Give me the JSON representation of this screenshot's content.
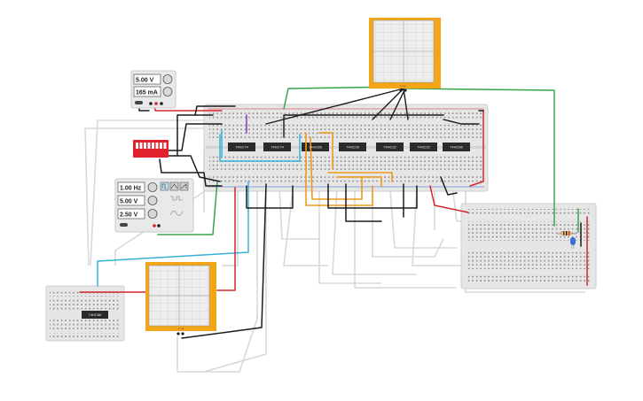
{
  "power_supply": {
    "voltage": "5.00 V",
    "current": "165 mA"
  },
  "function_generator": {
    "frequency": "1.00 Hz",
    "amplitude": "5.00 V",
    "offset": "2.50 V",
    "waveforms": [
      "square",
      "triangle",
      "sawtooth"
    ]
  },
  "chips": [
    {
      "label": "74HC74"
    },
    {
      "label": "74HC74"
    },
    {
      "label": "74HC86"
    },
    {
      "label": "74HC08"
    },
    {
      "label": "74HC32"
    },
    {
      "label": "74HC32"
    },
    {
      "label": "74HC86"
    }
  ],
  "left_chip": {
    "label": "74HC86"
  },
  "oscilloscopes": [
    {
      "id": "top",
      "tag": "1 ms"
    },
    {
      "id": "bottom",
      "tag": "1 ms"
    }
  ],
  "dip_switch": {
    "positions": 8,
    "color": "#e0212b"
  },
  "led": {
    "color": "#3b6fd8"
  },
  "colors": {
    "breadboard": "#e6e6e6",
    "scope_frame": "#f2a516",
    "wire_black": "#1b1b1b",
    "wire_red": "#d0262c",
    "wire_green": "#38a548",
    "wire_orange": "#ef9a1a",
    "wire_cyan": "#35b3d6",
    "wire_gray": "#d9d9d9"
  }
}
